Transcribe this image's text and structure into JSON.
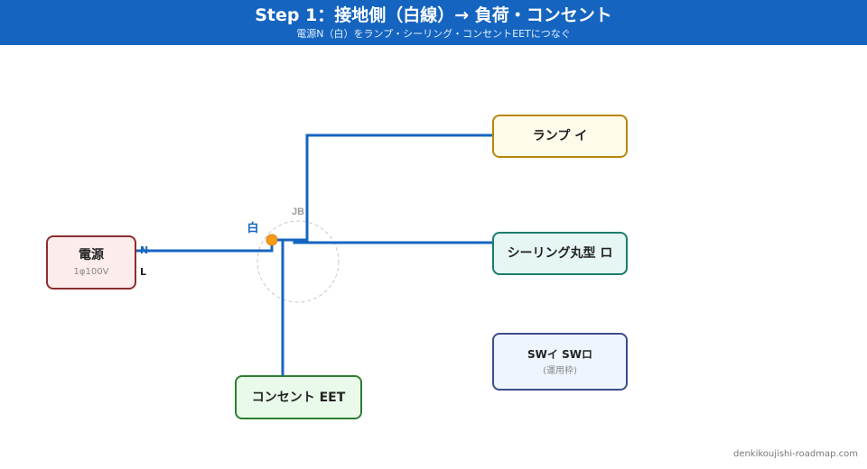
{
  "header": {
    "title": "Step 1：接地側（白線）→ 負荷・コンセント",
    "subtitle": "電源N（白）をランプ・シーリング・コンセントEETにつなぐ"
  },
  "colors": {
    "header_bg": "#1565c0",
    "wire_white_line": "#1565c0",
    "junction_dot": "#f39c12"
  },
  "power_source": {
    "label": "電源",
    "spec": "1φ100V",
    "terminal_n": "N",
    "terminal_l": "L"
  },
  "junction_box": {
    "label": "JB",
    "wire_label": "白"
  },
  "loads": {
    "lamp": {
      "label": "ランプ イ"
    },
    "ceiling": {
      "label": "シーリング丸型 ロ"
    },
    "switch": {
      "label": "SWイ SWロ",
      "note": "(運用枠)"
    },
    "outlet": {
      "label": "コンセント EET"
    }
  },
  "footer": {
    "site": "denkikoujishi-roadmap.com"
  }
}
